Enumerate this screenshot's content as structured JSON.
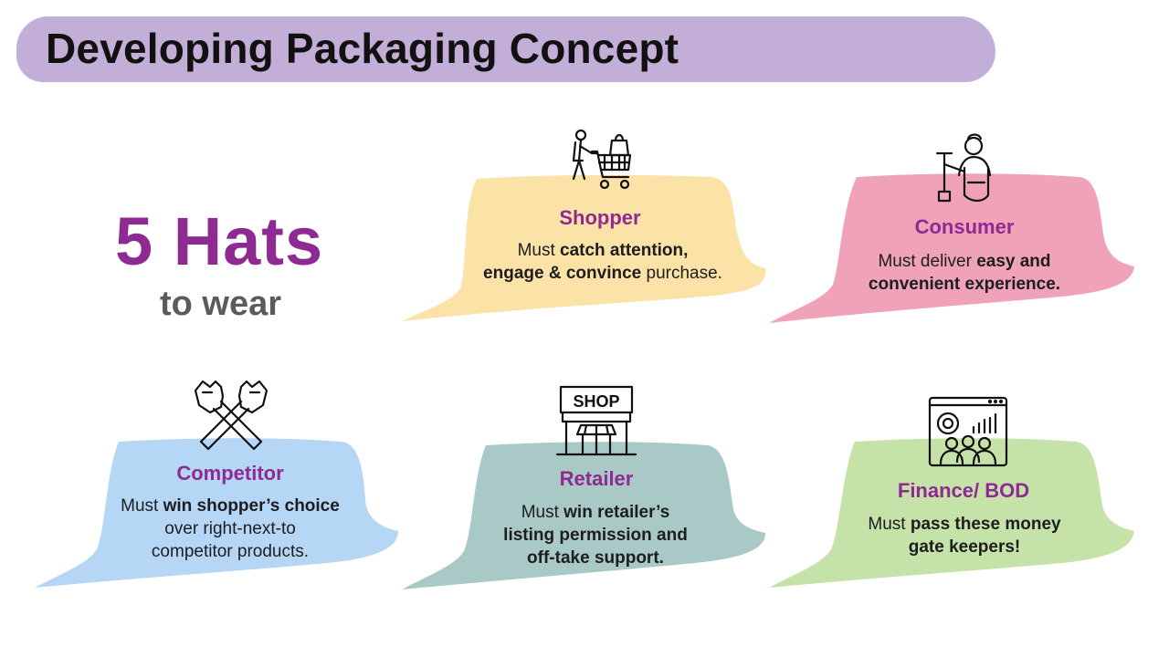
{
  "header": {
    "title": "Developing Packaging Concept"
  },
  "hero": {
    "big": "5 Hats",
    "small": "to wear"
  },
  "colors": {
    "shopper": "#fbe2a6",
    "consumer": "#f0a3b8",
    "competitor": "#b5d6f5",
    "retailer": "#a9c9c6",
    "finance": "#c5e2a9",
    "accent": "#8e2a92"
  },
  "cards": [
    {
      "title": "Shopper",
      "icon": "shopper-cart-icon",
      "l1a": "Must ",
      "l1b": "catch attention,",
      "l2a": "engage & convince",
      "l2b": " purchase."
    },
    {
      "title": "Consumer",
      "icon": "consumer-person-icon",
      "l1a": "Must deliver ",
      "l1b": "easy and",
      "l2a": "convenient experience.",
      "l2b": ""
    },
    {
      "title": "Competitor",
      "icon": "crossed-fists-icon",
      "l1a": "Must ",
      "l1b": "win shopper’s choice",
      "l2a": "over right-next-to",
      "l3": "competitor products."
    },
    {
      "title": "Retailer",
      "icon": "shop-storefront-icon",
      "l1a": "Must ",
      "l1b": "win retailer’s",
      "l2a": "listing permission and",
      "l3": "off-take support."
    },
    {
      "title": "Finance/ BOD",
      "icon": "finance-dashboard-icon",
      "l1a": "Must ",
      "l1b": "pass these money",
      "l2a": "gate keepers!",
      "l2b": ""
    }
  ],
  "icon_text": {
    "shop_sign": "SHOP"
  }
}
